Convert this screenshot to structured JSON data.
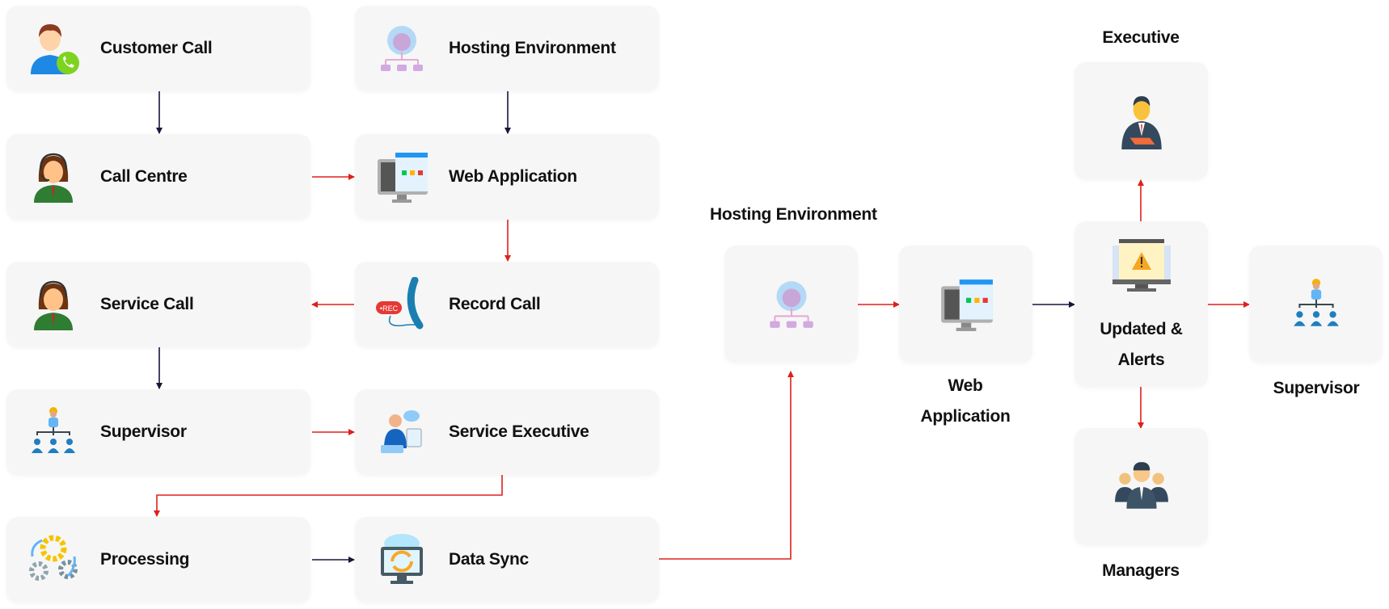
{
  "left_flow": {
    "customer_call": "Customer Call",
    "hosting_environment": "Hosting Environment",
    "call_centre": "Call Centre",
    "web_application": "Web Application",
    "service_call": "Service Call",
    "record_call": "Record Call",
    "record_badge": "•REC",
    "supervisor": "Supervisor",
    "service_executive": "Service Executive",
    "processing": "Processing",
    "data_sync": "Data Sync"
  },
  "right_flow": {
    "hosting_environment": "Hosting Environment",
    "web_application_line1": "Web",
    "web_application_line2": "Application",
    "updated_alerts_line1": "Updated &",
    "updated_alerts_line2": "Alerts",
    "executive": "Executive",
    "managers": "Managers",
    "supervisor": "Supervisor"
  },
  "colors": {
    "box_bg": "#f6f6f6",
    "arrow_red": "#e0201b",
    "arrow_dark": "#15173a"
  }
}
